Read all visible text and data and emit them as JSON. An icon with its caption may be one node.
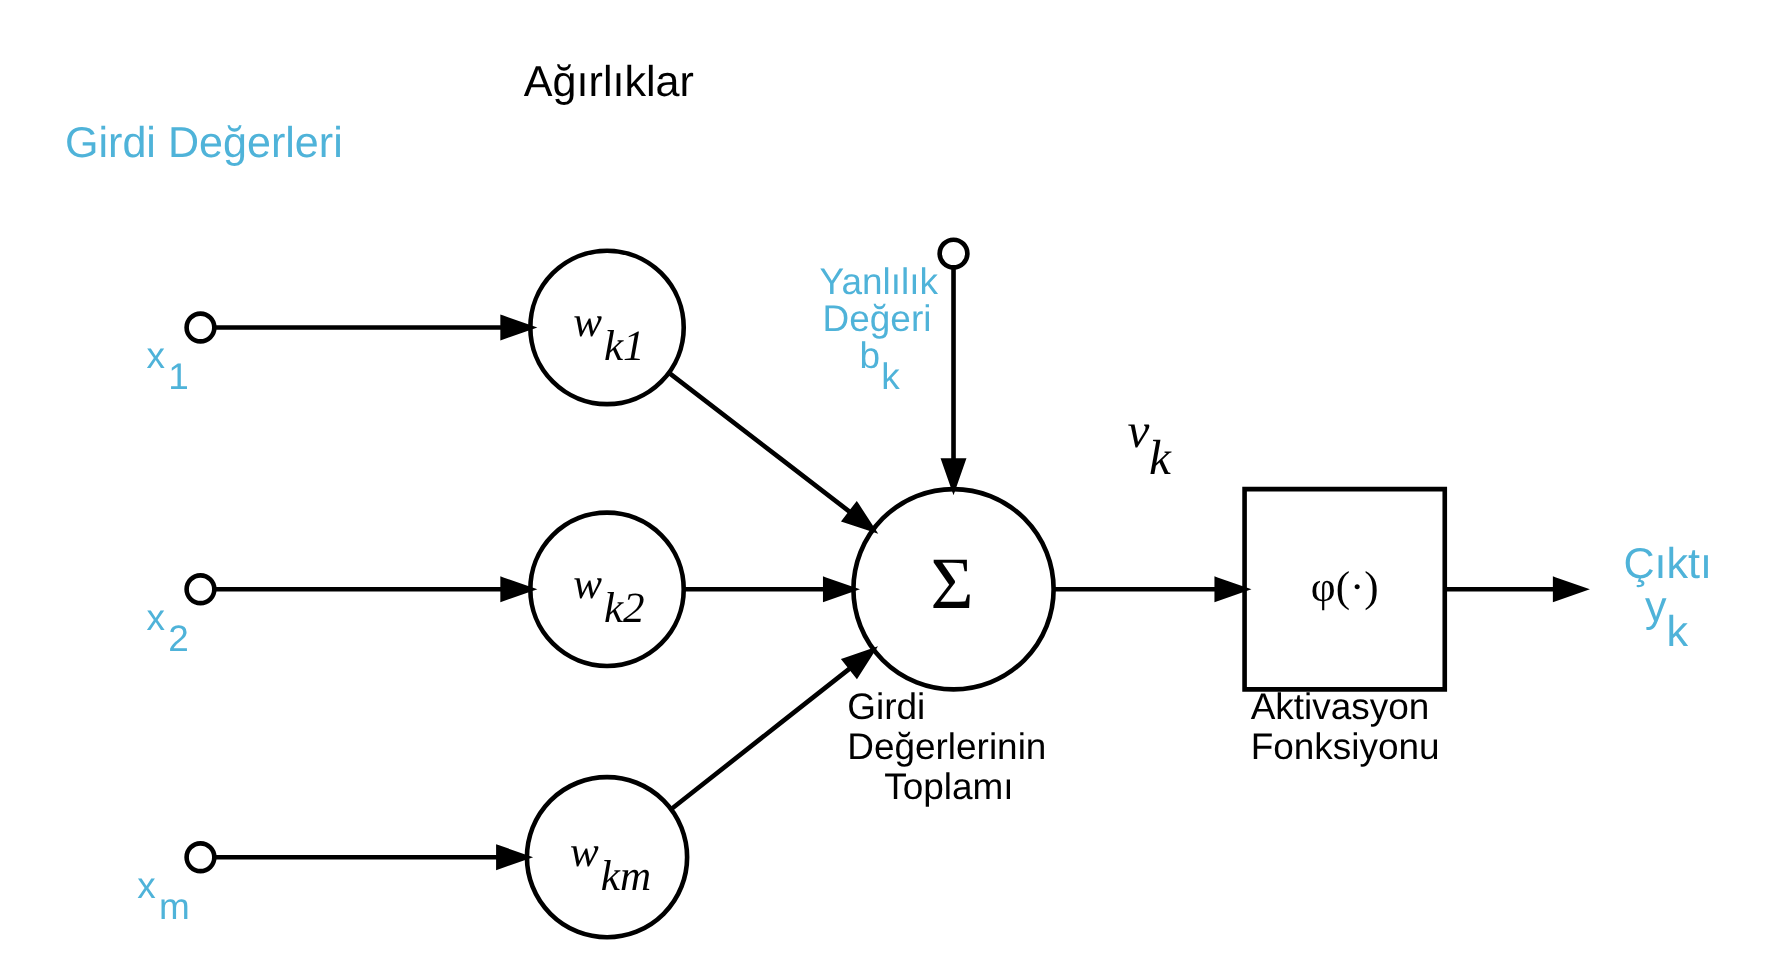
{
  "diagram": {
    "nodes": [
      {
        "text": [],
        "shape": "circle",
        "beside": [
          "x$_{1}$"
        ]
      },
      {
        "text": [],
        "shape": "circle",
        "beside": [
          "x$_{2}$"
        ]
      },
      {
        "text": [],
        "shape": "circle",
        "beside": [
          "x$_{m}$"
        ]
      },
      {
        "text": [
          "w$_{k1}$"
        ]
      },
      {
        "text": [
          "w$_{k2}$"
        ]
      },
      {
        "text": [
          "w$_{km}$"
        ]
      },
      {
        "text": [],
        "shape": "circle",
        "beside": [
          "Yanlılık Değeri",
          "b$_{k}$"
        ]
      },
      {
        "text": [
          "Σ"
        ],
        "beside": [
          "Girdi Değerlerinin Toplamı"
        ]
      },
      {
        "text": [
          "φ(·)"
        ],
        "beside": [
          "Aktivasyon Fonksiyonu"
        ]
      },
      {
        "text": [
          "Çıktı",
          "y$_{k}$"
        ]
      }
    ],
    "edges": [
      {
        "from": 0,
        "to": 3,
        "arrow": "to"
      },
      {
        "from": 1,
        "to": 4,
        "arrow": "to"
      },
      {
        "from": 2,
        "to": 5,
        "arrow": "to"
      },
      {
        "from": 3,
        "to": 7,
        "arrow": "to"
      },
      {
        "from": 4,
        "to": 7,
        "arrow": "to"
      },
      {
        "from": 5,
        "to": 7,
        "arrow": "to"
      },
      {
        "from": 6,
        "to": 7,
        "arrow": "to"
      },
      {
        "from": 7,
        "to": 8,
        "arrow": "to",
        "label": "v$_{k}$"
      },
      {
        "from": 8,
        "to": 9,
        "arrow": "to"
      }
    ],
    "labels": [
      "Girdi Değerleri",
      "Ağırlıklar"
    ]
  }
}
